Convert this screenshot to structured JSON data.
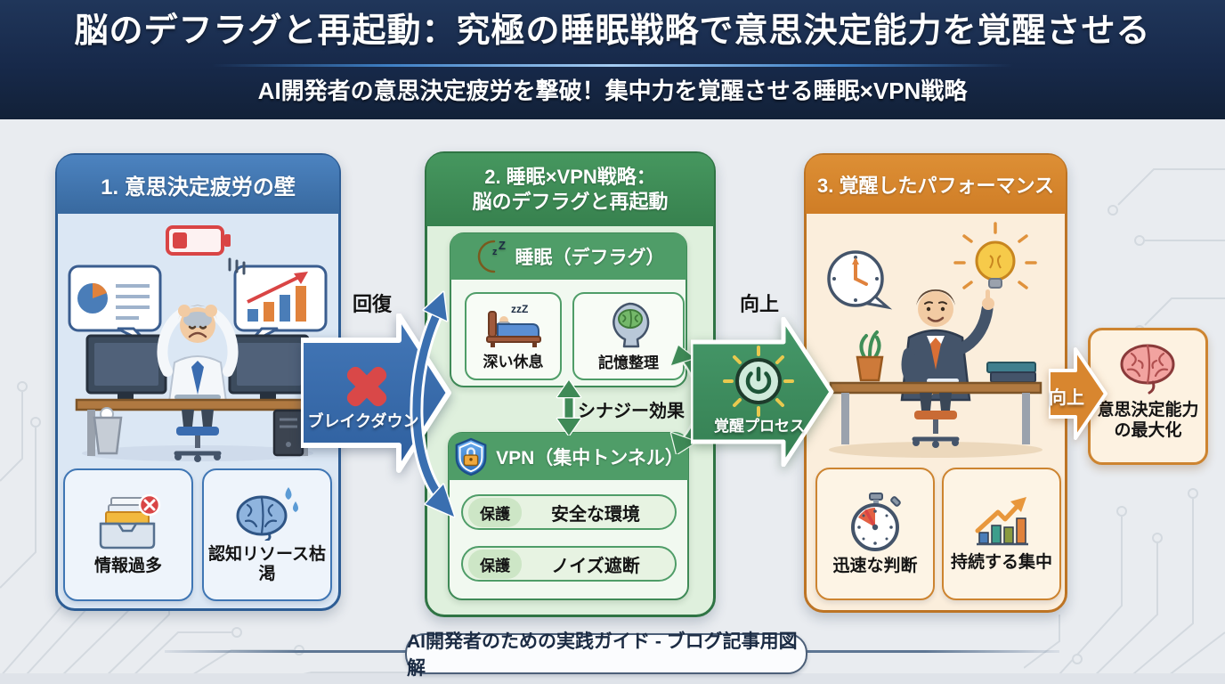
{
  "header": {
    "title": "脳のデフラグと再起動：究極の睡眠戦略で意思決定能力を覚醒させる",
    "subtitle": "AI開発者の意思決定疲労を撃破！集中力を覚醒させる睡眠×VPN戦略"
  },
  "panel_fatigue": {
    "title": "1. 意思決定疲労の壁",
    "items": [
      {
        "label": "情報過多",
        "icon": "inbox-overload-icon"
      },
      {
        "label": "認知リソース枯渇",
        "icon": "sweating-brain-icon"
      }
    ]
  },
  "panel_strategy": {
    "title_line1": "2. 睡眠×VPN戦略：",
    "title_line2": "脳のデフラグと再起動",
    "sleep_card": {
      "title": "睡眠（デフラグ）",
      "icon": "moon-zzz-icon",
      "items": [
        {
          "label": "深い休息",
          "icon": "bed-icon"
        },
        {
          "label": "記憶整理",
          "icon": "memory-head-icon"
        }
      ]
    },
    "vpn_card": {
      "title": "VPN（集中トンネル）",
      "icon": "shield-lock-icon",
      "rows": [
        {
          "badge": "保護",
          "label": "安全な環境"
        },
        {
          "badge": "保護",
          "label": "ノイズ遮断"
        }
      ]
    }
  },
  "panel_performance": {
    "title": "3. 覚醒したパフォーマンス",
    "items": [
      {
        "label": "迅速な判断",
        "icon": "stopwatch-icon"
      },
      {
        "label": "持続する集中",
        "icon": "growth-chart-icon"
      }
    ]
  },
  "flow": {
    "recovery_label": "回復",
    "breakdown_label": "ブレイクダウン",
    "breakdown_icon": "x-mark-icon",
    "synergy_label": "シナジー効果",
    "improvement_label": "向上",
    "awakening_label": "覚醒プロセス",
    "awakening_icon": "power-button-icon",
    "boost_label": "向上"
  },
  "outcome": {
    "line1": "意思決定能力",
    "line2": "の最大化",
    "icon": "brain-icon"
  },
  "footer": {
    "caption": "AI開発者のための実践ガイド - ブログ記事用図解"
  },
  "icon_text": {
    "moon_z_small": "z",
    "moon_z_big": "Z",
    "bed_zzz": "zzZ"
  },
  "colors": {
    "header_bg": "#17294a",
    "background": "#e9ecf0",
    "panel1_accent": "#3f76b4",
    "panel2_accent": "#3f8e58",
    "panel3_accent": "#d8862f",
    "breakdown_arrow": "#3a6cb0",
    "awakening_arrow": "#3e8f5e",
    "boost_arrow": "#d8862f",
    "error_red": "#d94848"
  }
}
